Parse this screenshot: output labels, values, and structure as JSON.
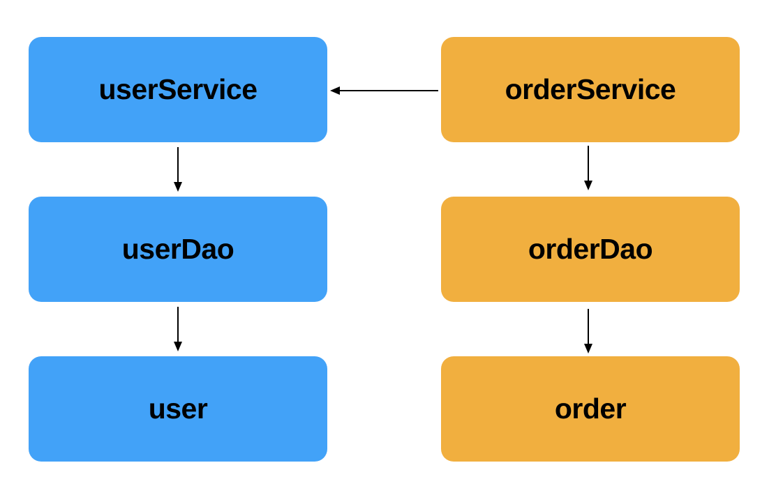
{
  "colors": {
    "user_column": "#42A2F8",
    "order_column": "#F1AF3F",
    "arrow": "#000000",
    "background": "#FFFFFF"
  },
  "nodes": {
    "user_service": "userService",
    "user_dao": "userDao",
    "user": "user",
    "order_service": "orderService",
    "order_dao": "orderDao",
    "order": "order"
  },
  "edges": [
    {
      "from": "orderService",
      "to": "userService"
    },
    {
      "from": "userService",
      "to": "userDao"
    },
    {
      "from": "userDao",
      "to": "user"
    },
    {
      "from": "orderService",
      "to": "orderDao"
    },
    {
      "from": "orderDao",
      "to": "order"
    }
  ]
}
